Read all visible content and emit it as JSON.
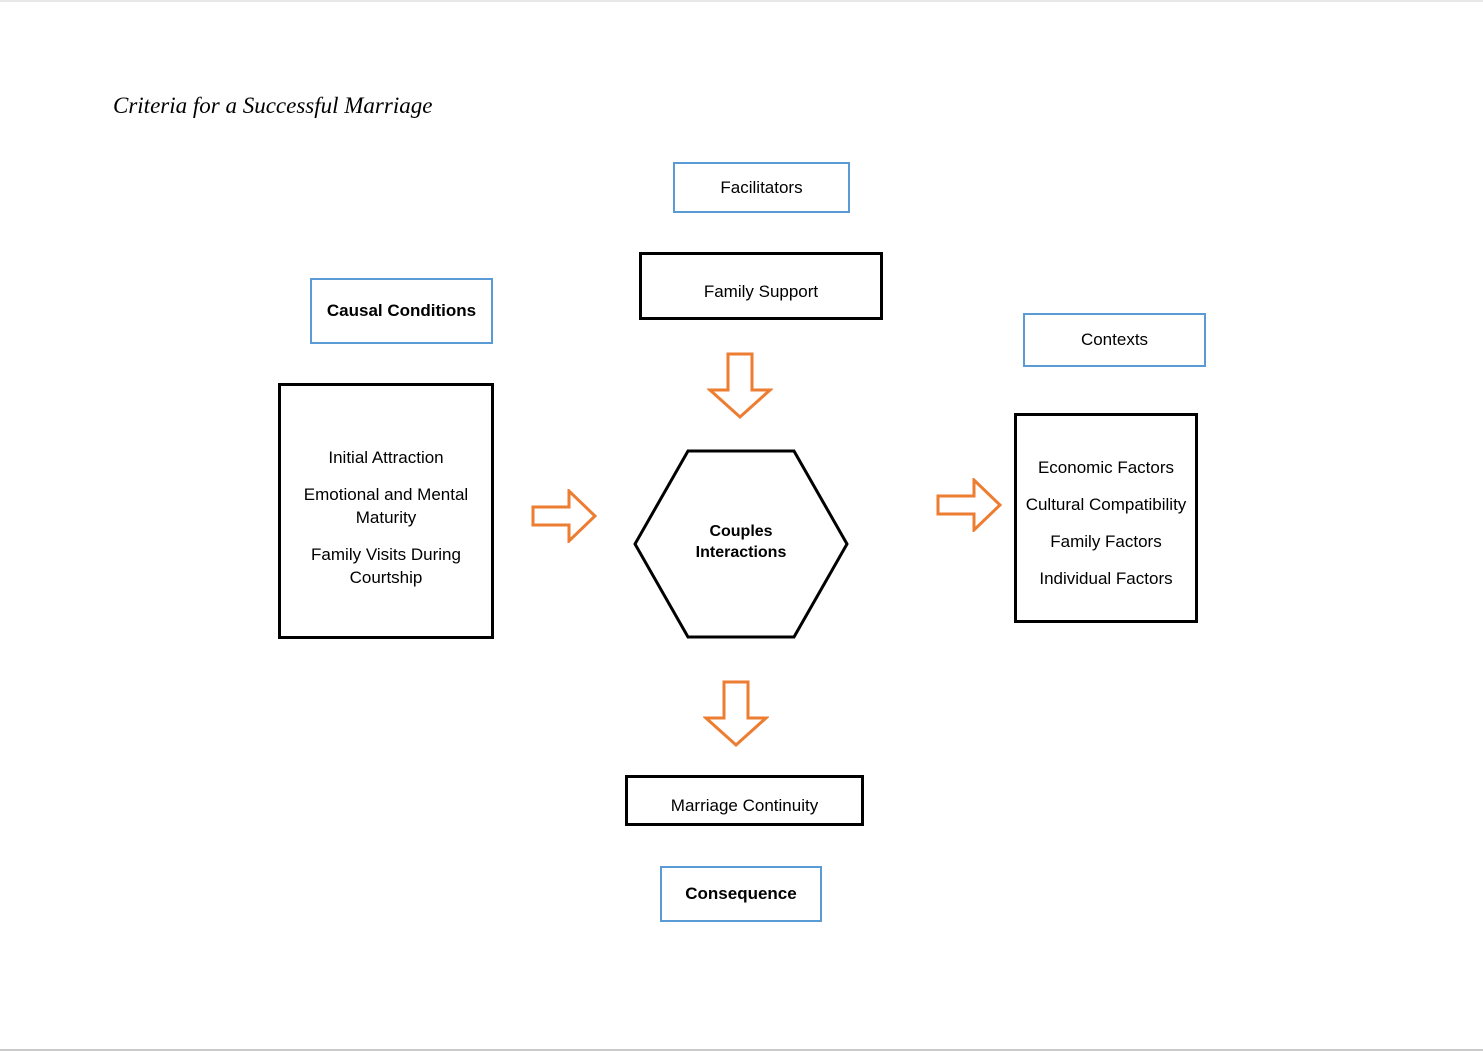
{
  "figure": {
    "title": "Criteria for a Successful Marriage"
  },
  "colors": {
    "label_border": "#5B9BD5",
    "content_border": "#000000",
    "arrow": "#ED7D31",
    "text": "#000000"
  },
  "labels": {
    "facilitators": "Facilitators",
    "causal_conditions": "Causal Conditions",
    "contexts": "Contexts",
    "consequence": "Consequence"
  },
  "boxes": {
    "family_support": {
      "lines": [
        "Family Support"
      ]
    },
    "causal_conditions_content": {
      "lines": [
        "Initial Attraction",
        "Emotional and Mental Maturity",
        "Family Visits During Courtship"
      ]
    },
    "contexts_content": {
      "lines": [
        "Economic Factors",
        "Cultural Compatibility",
        "Family Factors",
        "Individual Factors"
      ]
    },
    "marriage_continuity": {
      "lines": [
        "Marriage Continuity"
      ]
    }
  },
  "center": {
    "line1": "Couples",
    "line2": "Interactions"
  },
  "arrows": {
    "facilitators_to_center": "down-arrow-icon",
    "causal_to_center": "right-arrow-icon",
    "center_to_contexts": "right-arrow-icon",
    "center_to_consequence": "down-arrow-icon"
  }
}
